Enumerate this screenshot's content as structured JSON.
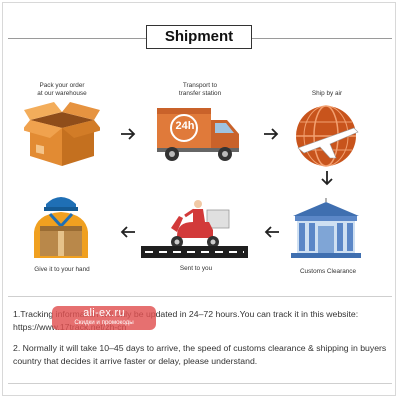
{
  "title": "Shipment",
  "steps": {
    "pack": "Pack your order\nat our warehouse",
    "transport": "Transport to\ntransfer station",
    "air": "Ship by air",
    "customs": "Customs Clearance",
    "sent": "Sent to you",
    "give": "Give it to your hand"
  },
  "truck_label": "24h",
  "notes": {
    "line1": "1.Tracking information will only be updated in 24–72 hours.You can track it in this website:",
    "line1_url": "https://www.17track.net/zh-cn",
    "line2": "2. Normally it will take 10–45 days to arrive, the speed of customs clearance & shipping in buyers country that decides it arrive faster or delay, please understand."
  },
  "watermark": {
    "text": "ali-ex.ru",
    "sub": "Скидки и промокоды"
  },
  "colors": {
    "box": "#d9822b",
    "truck": "#e07a3a",
    "globe": "#c8541c",
    "building": "#5b87c7",
    "scooter": "#d23a3a",
    "delivery_man": "#1f6fb5"
  }
}
